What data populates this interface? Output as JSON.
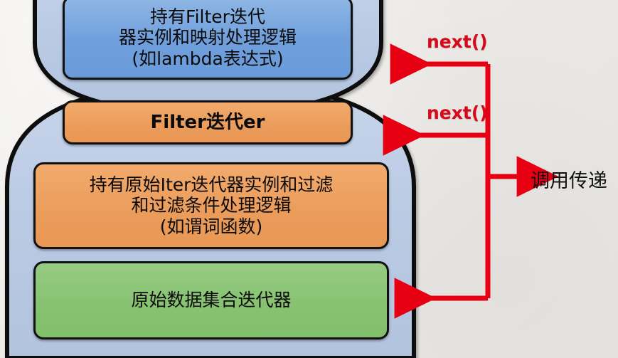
{
  "diagram": {
    "title": "Filter iterator chain call delegation diagram",
    "background_color": "#eeeceb",
    "capsule_fill": "#b9c9e2",
    "capsule_stroke": "#0d0d0d",
    "arrow_color": "#e60012",
    "nodes": {
      "map_iterator": {
        "label": "持有Filter迭代\n器实例和映射处理逻辑\n(如lambda表达式)",
        "color": "#6f9fdc"
      },
      "filter_title": {
        "label": "Filter迭代er",
        "color": "#eb9c5a"
      },
      "filter_body": {
        "label": "持有原始Iter迭代器实例和过滤\n和过滤条件处理逻辑\n(如谓词函数)",
        "color": "#eb9c5a"
      },
      "source_iterator": {
        "label": "原始数据集合迭代器",
        "color": "#86c270"
      }
    },
    "annotations": {
      "next_call_1": "next()",
      "next_call_2": "next()",
      "call_pass": "调用传递"
    }
  }
}
